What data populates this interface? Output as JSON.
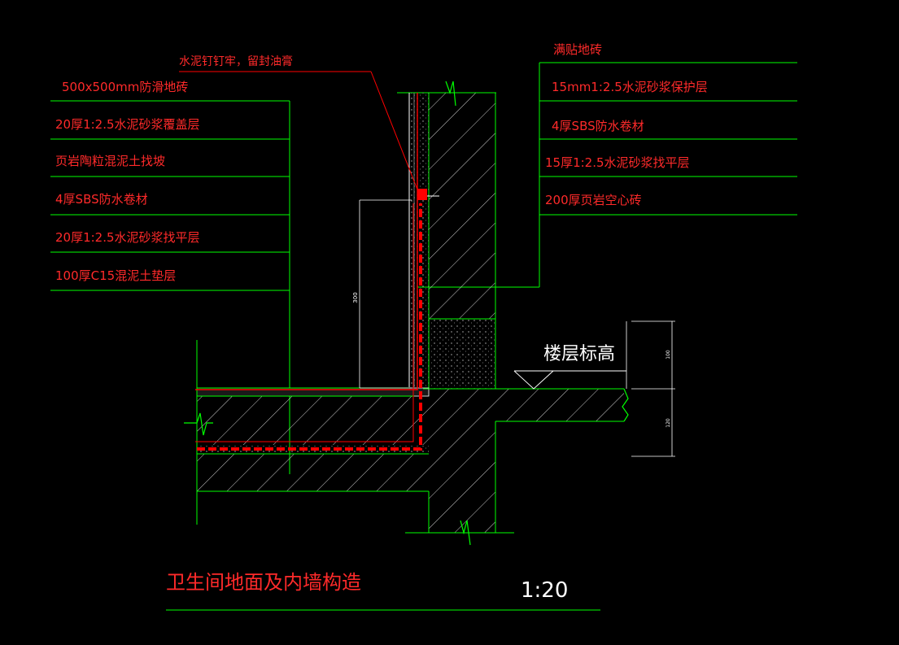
{
  "drawing": {
    "title": "卫生间地面及内墙构造",
    "scale": "1:20",
    "callout_top": "水泥钉钉牢，留封油膏",
    "floor_level_label": "楼层标高",
    "left_layers": [
      "500x500mm防滑地砖",
      "20厚1:2.5水泥砂浆覆盖层",
      "页岩陶粒混泥土找坡",
      "4厚SBS防水卷材",
      "20厚1:2.5水泥砂浆找平层",
      "100厚C15混泥土垫层"
    ],
    "right_layers": [
      "满贴地砖",
      "15mm1:2.5水泥砂浆保护层",
      "4厚SBS防水卷材",
      "15厚1:2.5水泥砂浆找平层",
      "200厚页岩空心砖"
    ],
    "dim_upturn": "300",
    "dim_slab_top": "100",
    "dim_slab_bottom": "120"
  },
  "colors": {
    "background": "#000000",
    "leader_green": "#00ff00",
    "text_red": "#ff2a2a",
    "outline_red": "#ff0000",
    "dim_white": "#ffffff"
  }
}
